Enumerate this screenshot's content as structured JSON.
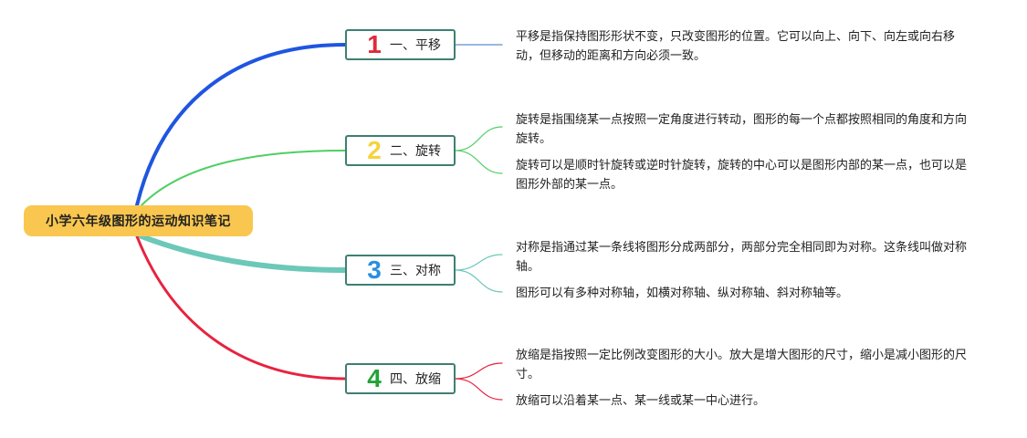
{
  "root": {
    "title": "小学六年级图形的运动知识笔记"
  },
  "topics": [
    {
      "number": "1",
      "label": "一、平移",
      "color": "#1f55e0",
      "number_color": "#e02a3a",
      "notes": [
        "平移是指保持图形形状不变，只改变图形的位置。它可以向上、向下、向左或向右移动，但移动的距离和方向必须一致。"
      ]
    },
    {
      "number": "2",
      "label": "二、旋转",
      "color": "#4fcf64",
      "number_color": "#f6d23c",
      "notes": [
        "旋转是指围绕某一点按照一定角度进行转动，图形的每一个点都按照相同的角度和方向旋转。",
        "旋转可以是顺时针旋转或逆时针旋转，旋转的中心可以是图形内部的某一点，也可以是图形外部的某一点。"
      ]
    },
    {
      "number": "3",
      "label": "三、对称",
      "color": "#6cc8b8",
      "number_color": "#2a8fe0",
      "notes": [
        "对称是指通过某一条线将图形分成两部分，两部分完全相同即为对称。这条线叫做对称轴。",
        "图形可以有多种对称轴，如横对称轴、纵对称轴、斜对称轴等。"
      ]
    },
    {
      "number": "4",
      "label": "四、放缩",
      "color": "#e8223f",
      "number_color": "#22a336",
      "notes": [
        "放缩是指按照一定比例改变图形的大小。放大是增大图形的尺寸，缩小是减小图形的尺寸。",
        "放缩可以沿着某一点、某一线或某一中心进行。"
      ]
    }
  ]
}
